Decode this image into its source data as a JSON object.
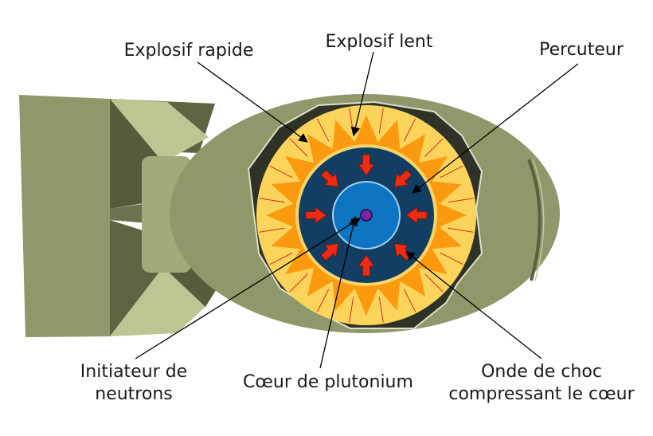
{
  "labels": {
    "explosif_rapide": "Explosif rapide",
    "explosif_lent": "Explosif lent",
    "percuteur": "Percuteur",
    "initiateur_line1": "Initiateur de",
    "initiateur_line2": "neutrons",
    "coeur": "Cœur de plutonium",
    "onde_line1": "Onde de choc",
    "onde_line2": "compressant le cœur"
  },
  "colors": {
    "casing": "#8f986a",
    "casing_dark": "#565b3c",
    "casing_light": "#bcc693",
    "casing_mid": "#a2aa7c",
    "fast_explosive": "#fcd45c",
    "slow_explosive": "#fb9a0e",
    "tamper": "#123e64",
    "core": "#0c74c0",
    "initiator": "#7e22a8",
    "arrow": "#ee2a12",
    "ray": "#d62a1a"
  }
}
